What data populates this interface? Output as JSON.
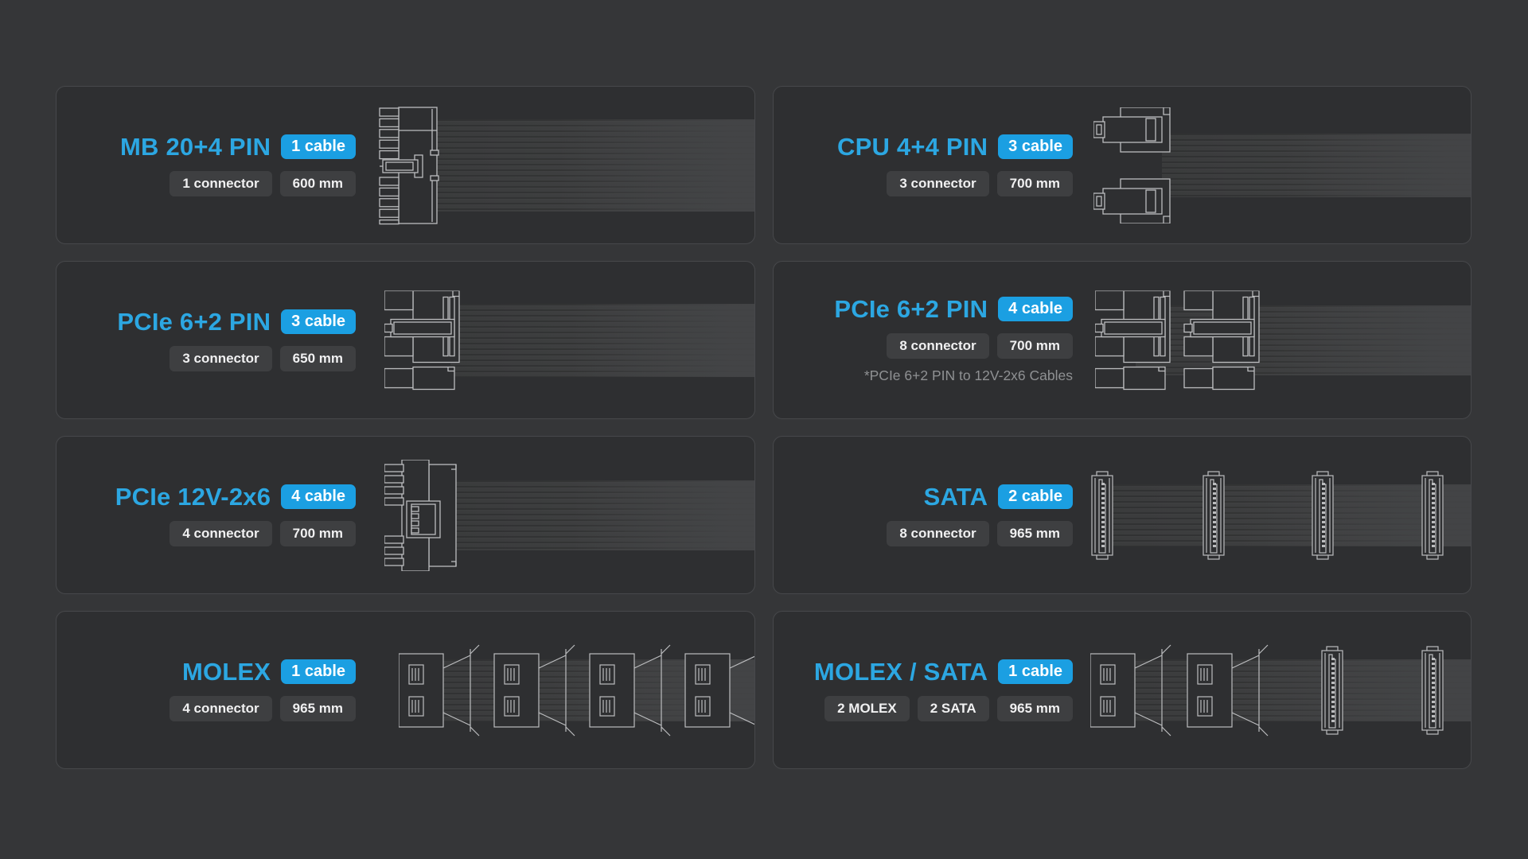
{
  "palette": {
    "page_bg": "#353638",
    "card_bg": "#2e2f31",
    "card_border": "#47484b",
    "accent_text": "#2ca7e2",
    "badge_blue_bg": "#1b9fe2",
    "badge_gray_bg": "#3e3f41",
    "note_text": "#8f9193",
    "line_art": "#bcbdbf"
  },
  "cards": [
    {
      "title": "MB 20+4 PIN",
      "cable": "1 cable",
      "spec1": "1 connector",
      "spec2": "600 mm",
      "icon": "atx-24pin-connector"
    },
    {
      "title": "CPU 4+4 PIN",
      "cable": "3 cable",
      "spec1": "3 connector",
      "spec2": "700 mm",
      "icon": "eps-4plus4-connector"
    },
    {
      "title": "PCIe 6+2 PIN",
      "cable": "3 cable",
      "spec1": "3 connector",
      "spec2": "650 mm",
      "icon": "pcie-6plus2-connector"
    },
    {
      "title": "PCIe 6+2 PIN",
      "cable": "4 cable",
      "spec1": "8 connector",
      "spec2": "700 mm",
      "note": "*PCIe 6+2 PIN to 12V-2x6 Cables",
      "icon": "pcie-6plus2-dual-connector"
    },
    {
      "title": "PCIe 12V-2x6",
      "cable": "4 cable",
      "spec1": "4 connector",
      "spec2": "700 mm",
      "icon": "pcie-12v2x6-connector"
    },
    {
      "title": "SATA",
      "cable": "2 cable",
      "spec1": "8 connector",
      "spec2": "965 mm",
      "icon": "sata-connectors"
    },
    {
      "title": "MOLEX",
      "cable": "1 cable",
      "spec1": "4 connector",
      "spec2": "965 mm",
      "icon": "molex-connectors"
    },
    {
      "title": "MOLEX / SATA",
      "cable": "1 cable",
      "spec1": "2 MOLEX",
      "spec2": "2 SATA",
      "spec3": "965 mm",
      "icon": "molex-sata-connectors"
    }
  ]
}
